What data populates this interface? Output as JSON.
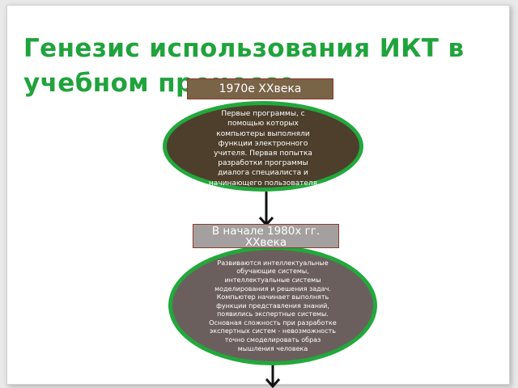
{
  "slide": {
    "title": "Генезис использования ИКТ в учебном процессе"
  },
  "stage_1": {
    "period": "1970е ХХвека",
    "description": "Первые программы, с помощью которых компьютеры выполняли функции электронного учителя. Первая попытка разработки программы диалога специалиста и начинающего пользователя"
  },
  "stage_2": {
    "period": "В начале 1980х гг. ХХвека",
    "description": "Развиваются интеллектуальные обучающие системы, интеллектуальные системы моделирования и решения задач. Компьютер начинает выполнять функции представления знаний, появились экспертные системы. Основная сложность при разработке экспертных систем - невозможность точно смоделировать образ мышления человека"
  },
  "colors": {
    "title": "#20a33c",
    "ellipse_border": "#22a83c",
    "stage_1_fill": "#4d3f2c",
    "stage_2_fill": "#6b5f5d",
    "period_1_fill": "#7a6448",
    "period_2_fill": "#a4a0a0",
    "arrow": "#111111"
  },
  "icons": [
    "down-arrow-icon"
  ]
}
